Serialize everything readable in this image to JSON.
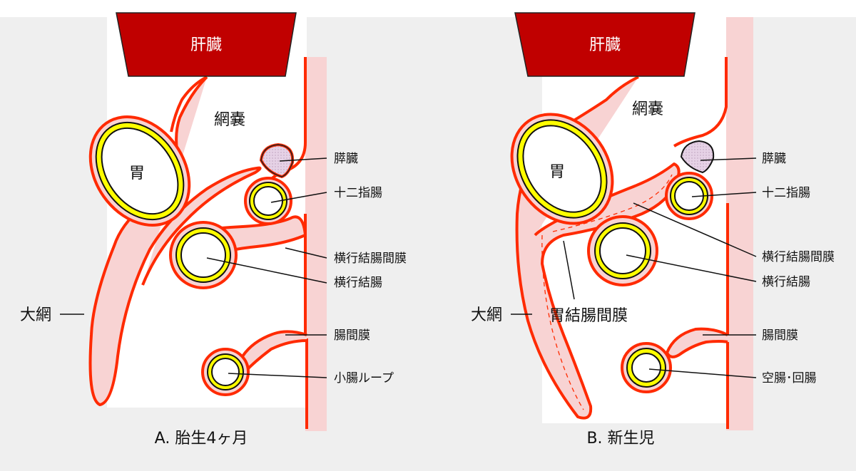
{
  "panel_a": {
    "liver": "肝臓",
    "omental_bursa": "網嚢",
    "stomach": "胃",
    "pancreas": "膵臓",
    "duodenum": "十二指腸",
    "transverse_mesocolon": "横行結腸間膜",
    "transverse_colon": "横行結腸",
    "greater_omentum": "大網",
    "mesentery": "腸間膜",
    "small_intestine_loop": "小腸ループ",
    "caption": "A. 胎生4ヶ月"
  },
  "panel_b": {
    "liver": "肝臓",
    "omental_bursa": "網嚢",
    "stomach": "胃",
    "pancreas": "膵臓",
    "duodenum": "十二指腸",
    "transverse_mesocolon": "横行結腸間膜",
    "transverse_colon": "横行結腸",
    "greater_omentum": "大網",
    "gastrocolic_ligament": "胃結腸間膜",
    "mesentery": "腸間膜",
    "jejunum_ileum": "空腸･回腸",
    "caption": "B. 新生児"
  },
  "colors": {
    "liver_fill": "#c00000",
    "membrane_stroke": "#ff2a00",
    "membrane_fill": "#f8d3d3",
    "organ_yellow": "#ffff00",
    "pancreas_fill": "#e3cfe3"
  }
}
